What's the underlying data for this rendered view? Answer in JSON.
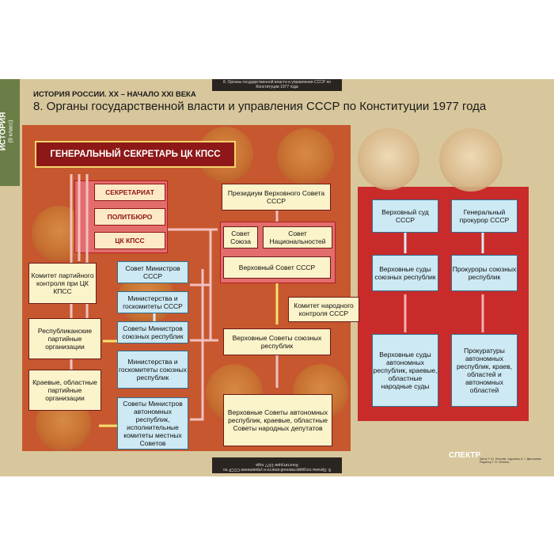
{
  "header": {
    "series": "ИСТОРИЯ РОССИИ. XX – НАЧАЛО XXI ВЕКА",
    "title": "8. Органы государственной власти и управления СССР по Конституции 1977 года",
    "top_caption": "8. Органы государственной власти и управления СССР по Конституции 1977 года",
    "bottom_caption": "8. Органы государственной власти и управления СССР по Конституции 1977 года"
  },
  "side": {
    "subject": "ИСТОРИЯ",
    "grade": "(9 класс)"
  },
  "nodes": {
    "gen_sec": "ГЕНЕРАЛЬНЫЙ СЕКРЕТАРЬ ЦК КПСС",
    "secretariat": "СЕКРЕТАРИАТ",
    "politburo": "ПОЛИТБЮРО",
    "ck": "ЦК КПСС",
    "presidium": "Президиум Верховного Совета СССР",
    "sovet_soyuza": "Совет Союза",
    "sovet_nats": "Совет Национальностей",
    "verkh_sovet": "Верховный Совет СССР",
    "sovmin": "Совет Министров СССР",
    "ministries": "Министерства и госкомитеты СССР",
    "komitet_partkontrol": "Комитет партийного контроля при ЦК КПСС",
    "komitet_narkontrol": "Комитет народного контроля СССР",
    "resp_party": "Республиканские партийные организации",
    "sovmin_resp": "Советы Министров союзных республик",
    "min_resp": "Министерства и госкомитеты союзных республик",
    "vs_resp": "Верховные Советы союзных республик",
    "kraevye_party": "Краевые, областные партийные организации",
    "sovmin_avt": "Советы Министров автономных республик, исполнительные комитеты местных Советов",
    "vs_avt": "Верховные Советы автономных республик, краевые, областные Советы народных депутатов",
    "vsud": "Верховный суд СССР",
    "genprok": "Генеральный прокурор СССР",
    "vsud_resp": "Верховные суды союзных республик",
    "prok_resp": "Прокуроры союзных республик",
    "vsud_avt": "Верховные суды автономных республик, краевые, областные народные суды",
    "prok_avt": "Прокуратуры автономных республик, краев, областей и автономных областей"
  },
  "footer": {
    "logo": "СПЕКТР",
    "credits": "Автор Т. Ю. Петрова. Художник А. Г. Дмитриева. Редактор Г. В. Галкина."
  },
  "colors": {
    "panel_left": "#c7572e",
    "panel_right": "#c92a2a",
    "cream_box": "#fbf3c9",
    "blue_box": "#cde9f4",
    "side_band": "#6c7e47"
  }
}
